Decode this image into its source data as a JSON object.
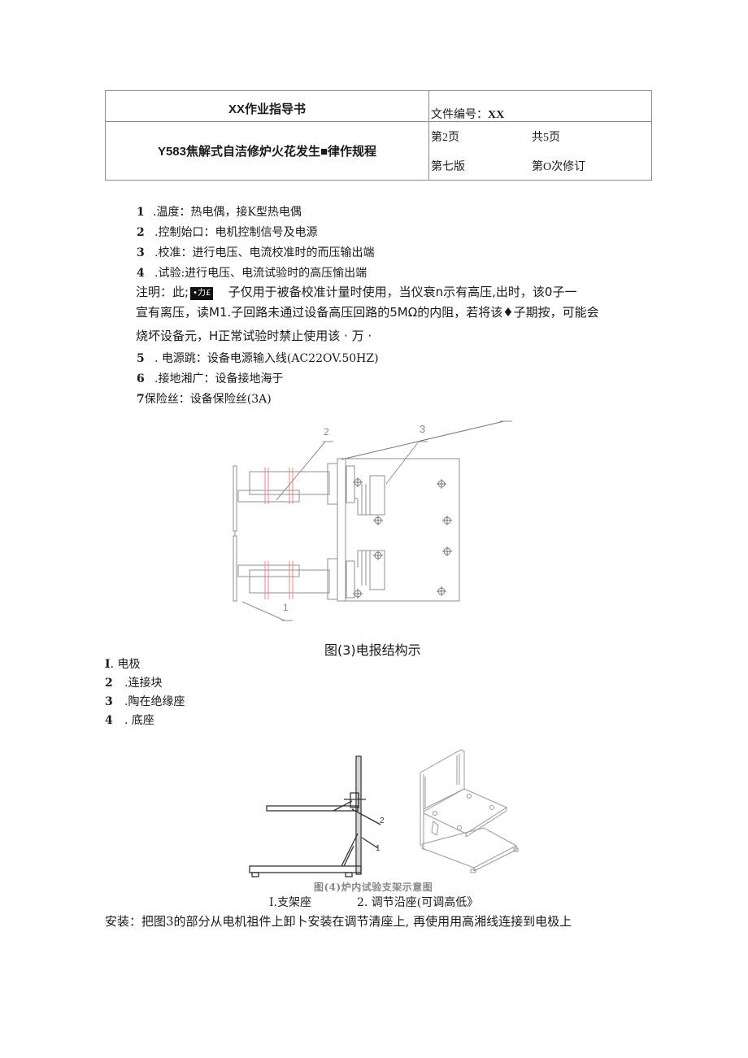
{
  "header": {
    "doc_title": "XX作业指导书",
    "doc_number_label": "文件编号：",
    "doc_number_value": "XX",
    "procedure_title": "Y583焦解式自洁修炉火花发生■律作规程",
    "page_label": "第2页",
    "total_pages_label": "共5页",
    "edition_label": "第七版",
    "revision_label": "第O次修订"
  },
  "terminal_list": [
    {
      "num": "1",
      "text": ".温度：热电偶，接K型热电偶"
    },
    {
      "num": "2",
      "text": ".控制始口：电机控制信号及电源"
    },
    {
      "num": "3",
      "text": ".校准：进行电压、电流校准时的而压输出端"
    },
    {
      "num": "4",
      "text": ".试验:进行电压、电流试验时的高压愉出端"
    }
  ],
  "note": {
    "prefix": "注明：此;",
    "badge": "•力£",
    "line1_rest": "子仅用于被备校准计量时使用，当仪衰n示有高压,出时，该0子一",
    "line2": "宣有离压，读M1.子回路未通过设备高压回路的5MΩ的内阻，若将该♦子期按，可能会",
    "line3": "烧坏设备元，H正常试验时禁止使用该 · 万 ·"
  },
  "terminal_list_2": [
    {
      "num": "5",
      "text": ". 电源跳：设备电源输入线(AC22OV.50HZ)"
    },
    {
      "num": "6",
      "text": ".接地湘广：设备接地海于"
    },
    {
      "num": "7",
      "text": "保险丝：设备保险丝(3A)"
    }
  ],
  "figure3": {
    "callouts": [
      "1",
      "2",
      "3"
    ],
    "caption": "图(3)电报结构示"
  },
  "parts_list": [
    {
      "num": "I",
      "text": ". 电极"
    },
    {
      "num": "2",
      "text": ".连接块"
    },
    {
      "num": "3",
      "text": ".陶在绝缘座"
    },
    {
      "num": "4",
      "text": ". 底座"
    }
  ],
  "figure4": {
    "callouts": [
      "2",
      "1"
    ],
    "caption": "图(4)炉内试验支架示意图",
    "legend_1": "I.支架座",
    "legend_2": "2. 调节沿座(可调高低》"
  },
  "install_text": "安装：把图3的部分从电机祖件上卸卜安装在调节清座上, 再使用用高湘线连接到电极上"
}
